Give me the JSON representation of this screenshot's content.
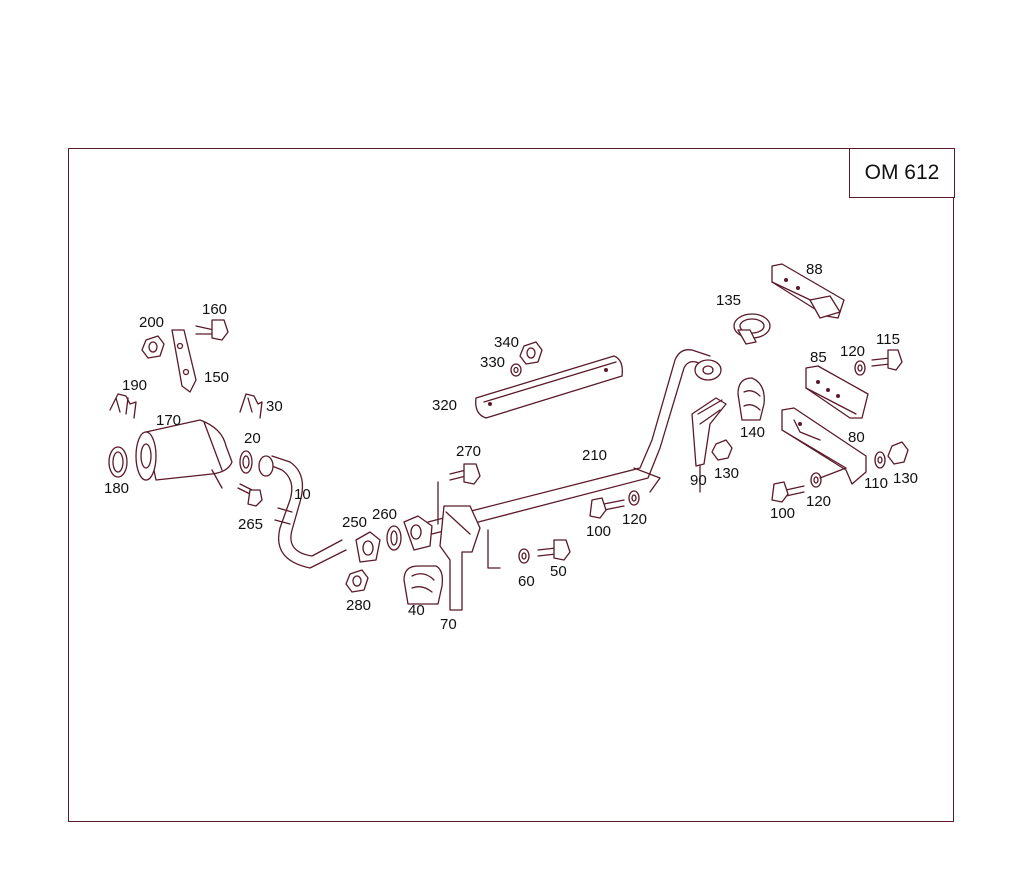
{
  "diagram": {
    "engine_code": "OM 612",
    "line_color": "#5a1a2a",
    "part_labels": [
      "10",
      "20",
      "30",
      "40",
      "50",
      "60",
      "70",
      "80",
      "85",
      "88",
      "90",
      "100",
      "100",
      "110",
      "115",
      "120",
      "120",
      "120",
      "130",
      "130",
      "135",
      "140",
      "150",
      "160",
      "170",
      "180",
      "190",
      "200",
      "210",
      "250",
      "260",
      "265",
      "270",
      "280",
      "320",
      "330",
      "340"
    ]
  }
}
